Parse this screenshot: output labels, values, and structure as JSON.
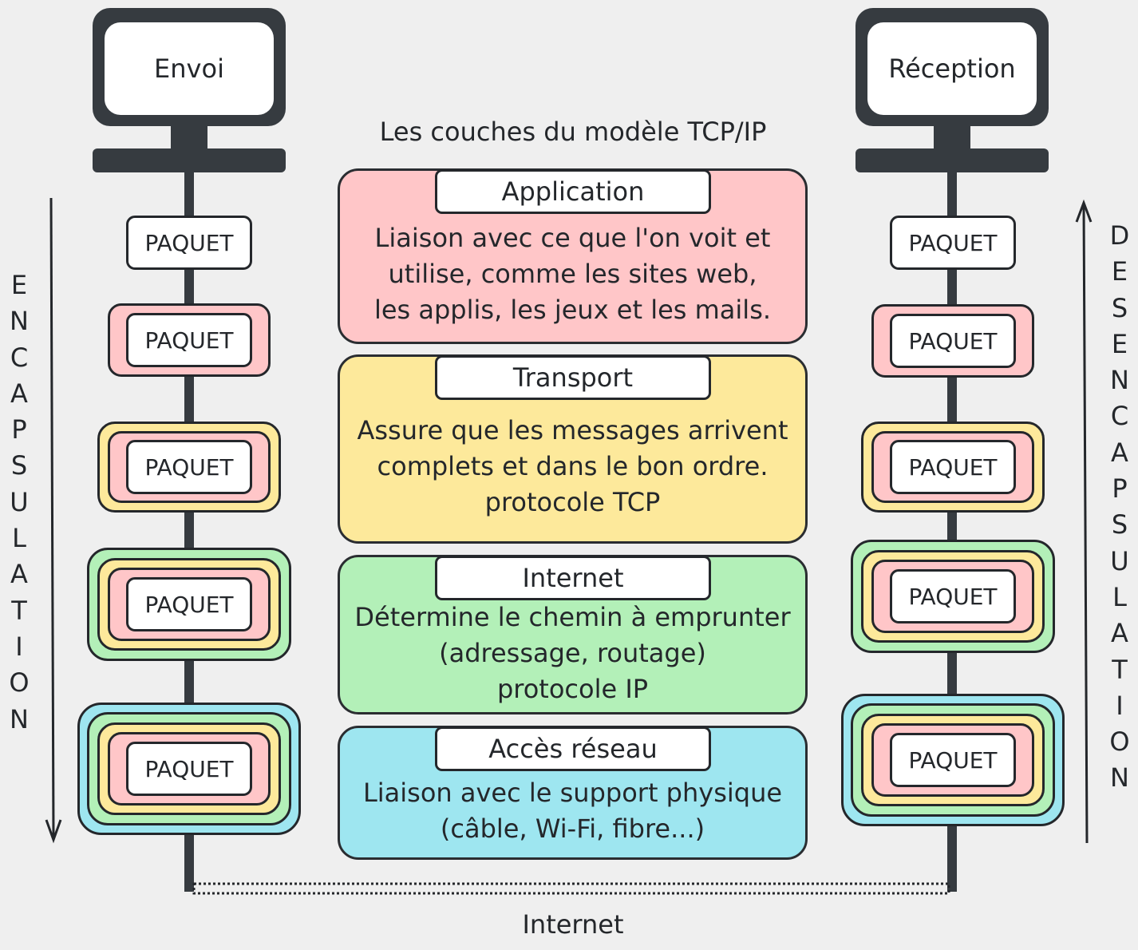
{
  "diagram": {
    "title": "Les couches du modèle TCP/IP",
    "sender": {
      "label": "Envoi"
    },
    "receiver": {
      "label": "Réception"
    },
    "packet_label": "PAQUET",
    "left_word": "ENCAPSULATION",
    "right_word": "DESENCAPSULATION",
    "network_label": "Internet",
    "layers": [
      {
        "name": "Application",
        "color": "#ffc6c8",
        "lines": [
          "Liaison avec ce que l'on voit et",
          "utilise, comme les sites web,",
          "les applis, les jeux et les mails."
        ]
      },
      {
        "name": "Transport",
        "color": "#fde99b",
        "lines": [
          "Assure que les messages arrivent",
          "complets et dans le bon ordre.",
          "protocole TCP"
        ]
      },
      {
        "name": "Internet",
        "color": "#b3f0b8",
        "lines": [
          "Détermine le chemin à emprunter",
          "(adressage, routage)",
          "protocole IP"
        ]
      },
      {
        "name": "Accès réseau",
        "color": "#9ee6f0",
        "lines": [
          "Liaison avec le support physique",
          "(câble, Wi-Fi, fibre...)"
        ]
      }
    ]
  }
}
